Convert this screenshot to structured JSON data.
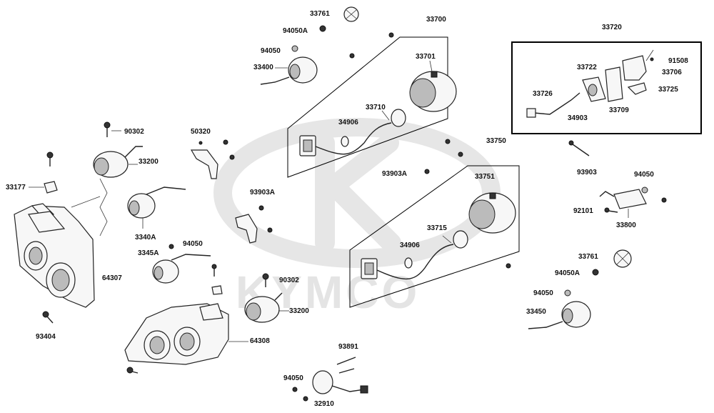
{
  "watermark": {
    "logo_letter": "K",
    "brand": "KYMCO"
  },
  "labels": [
    {
      "id": "33761-top",
      "text": "33761"
    },
    {
      "id": "94050A-top",
      "text": "94050A"
    },
    {
      "id": "94050-top",
      "text": "94050"
    },
    {
      "id": "33400",
      "text": "33400"
    },
    {
      "id": "33700",
      "text": "33700"
    },
    {
      "id": "33701",
      "text": "33701"
    },
    {
      "id": "33710",
      "text": "33710"
    },
    {
      "id": "34906-top",
      "text": "34906"
    },
    {
      "id": "93903A-mid",
      "text": "93903A"
    },
    {
      "id": "33720",
      "text": "33720"
    },
    {
      "id": "91508",
      "text": "91508"
    },
    {
      "id": "33722",
      "text": "33722"
    },
    {
      "id": "33706",
      "text": "33706"
    },
    {
      "id": "33726",
      "text": "33726"
    },
    {
      "id": "33725",
      "text": "33725"
    },
    {
      "id": "34903",
      "text": "34903"
    },
    {
      "id": "33709",
      "text": "33709"
    },
    {
      "id": "90302-top",
      "text": "90302"
    },
    {
      "id": "50320",
      "text": "50320"
    },
    {
      "id": "33200-top",
      "text": "33200"
    },
    {
      "id": "33177",
      "text": "33177"
    },
    {
      "id": "93903A-left",
      "text": "93903A"
    },
    {
      "id": "3340A",
      "text": "3340A"
    },
    {
      "id": "94050-left",
      "text": "94050"
    },
    {
      "id": "3345A",
      "text": "3345A"
    },
    {
      "id": "64307",
      "text": "64307"
    },
    {
      "id": "90302-bottom",
      "text": "90302"
    },
    {
      "id": "33200-bottom",
      "text": "33200"
    },
    {
      "id": "93404",
      "text": "93404"
    },
    {
      "id": "64308",
      "text": "64308"
    },
    {
      "id": "33750",
      "text": "33750"
    },
    {
      "id": "33751",
      "text": "33751"
    },
    {
      "id": "33715",
      "text": "33715"
    },
    {
      "id": "34906-bottom",
      "text": "34906"
    },
    {
      "id": "93903",
      "text": "93903"
    },
    {
      "id": "94050-right",
      "text": "94050"
    },
    {
      "id": "92101",
      "text": "92101"
    },
    {
      "id": "33800",
      "text": "33800"
    },
    {
      "id": "33761-right",
      "text": "33761"
    },
    {
      "id": "94050A-right",
      "text": "94050A"
    },
    {
      "id": "94050-right-low",
      "text": "94050"
    },
    {
      "id": "33450",
      "text": "33450"
    },
    {
      "id": "93891",
      "text": "93891"
    },
    {
      "id": "94050-bottom",
      "text": "94050"
    },
    {
      "id": "32910",
      "text": "32910"
    }
  ]
}
